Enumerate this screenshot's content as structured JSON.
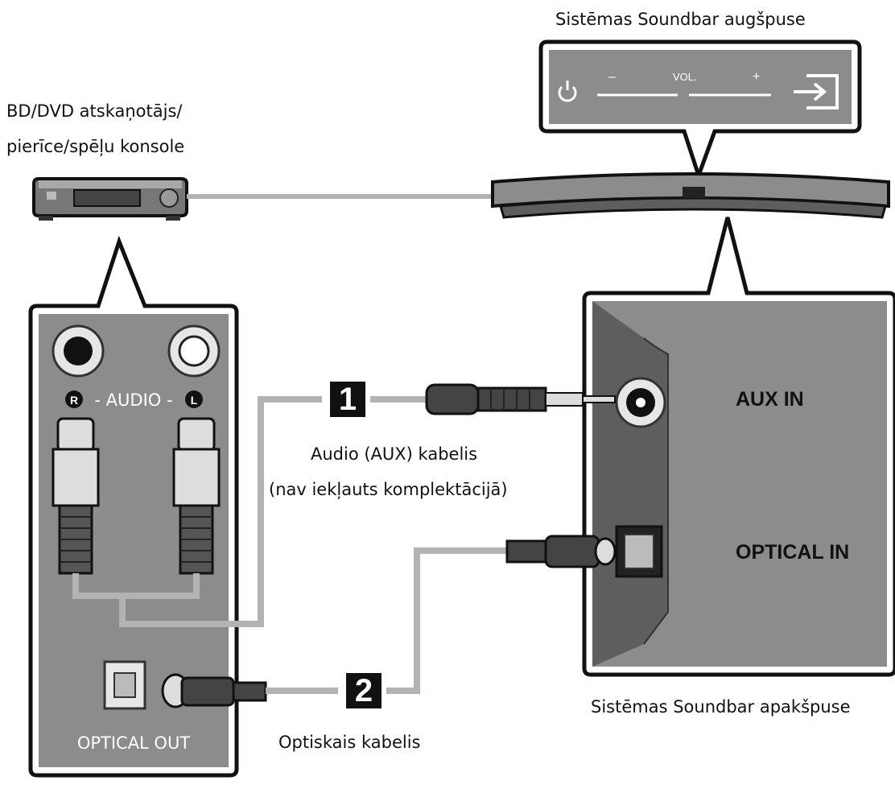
{
  "labels": {
    "soundbar_top": "Sistēmas Soundbar augšpuse",
    "source_line1": "BD/DVD atskaņotājs/",
    "source_line2": "pierīce/spēļu konsole",
    "audio_rl": "R - AUDIO - L",
    "audio_r": "R",
    "audio_l": "L",
    "audio_word": "- AUDIO -",
    "optical_out": "OPTICAL OUT",
    "aux_in": "AUX IN",
    "optical_in": "OPTICAL IN",
    "cable1_line1": "Audio (AUX) kabelis",
    "cable1_line2": "(nav iekļauts komplektācijā)",
    "cable2": "Optiskais kabelis",
    "soundbar_bottom": "Sistēmas Soundbar apakšpuse",
    "num1": "1",
    "num2": "2",
    "vol_minus": "–",
    "vol_label": "VOL.",
    "vol_plus": "+"
  },
  "icons": [
    "power-icon",
    "input-source-icon",
    "optical-port-icon",
    "aux-jack-icon",
    "rca-plug-icon",
    "minijack-plug-icon",
    "toslink-plug-icon"
  ],
  "colors": {
    "panel": "#8c8c8c",
    "panel_dark": "#5e5e5e",
    "cable": "#b3b3b3",
    "outline": "#111111"
  }
}
